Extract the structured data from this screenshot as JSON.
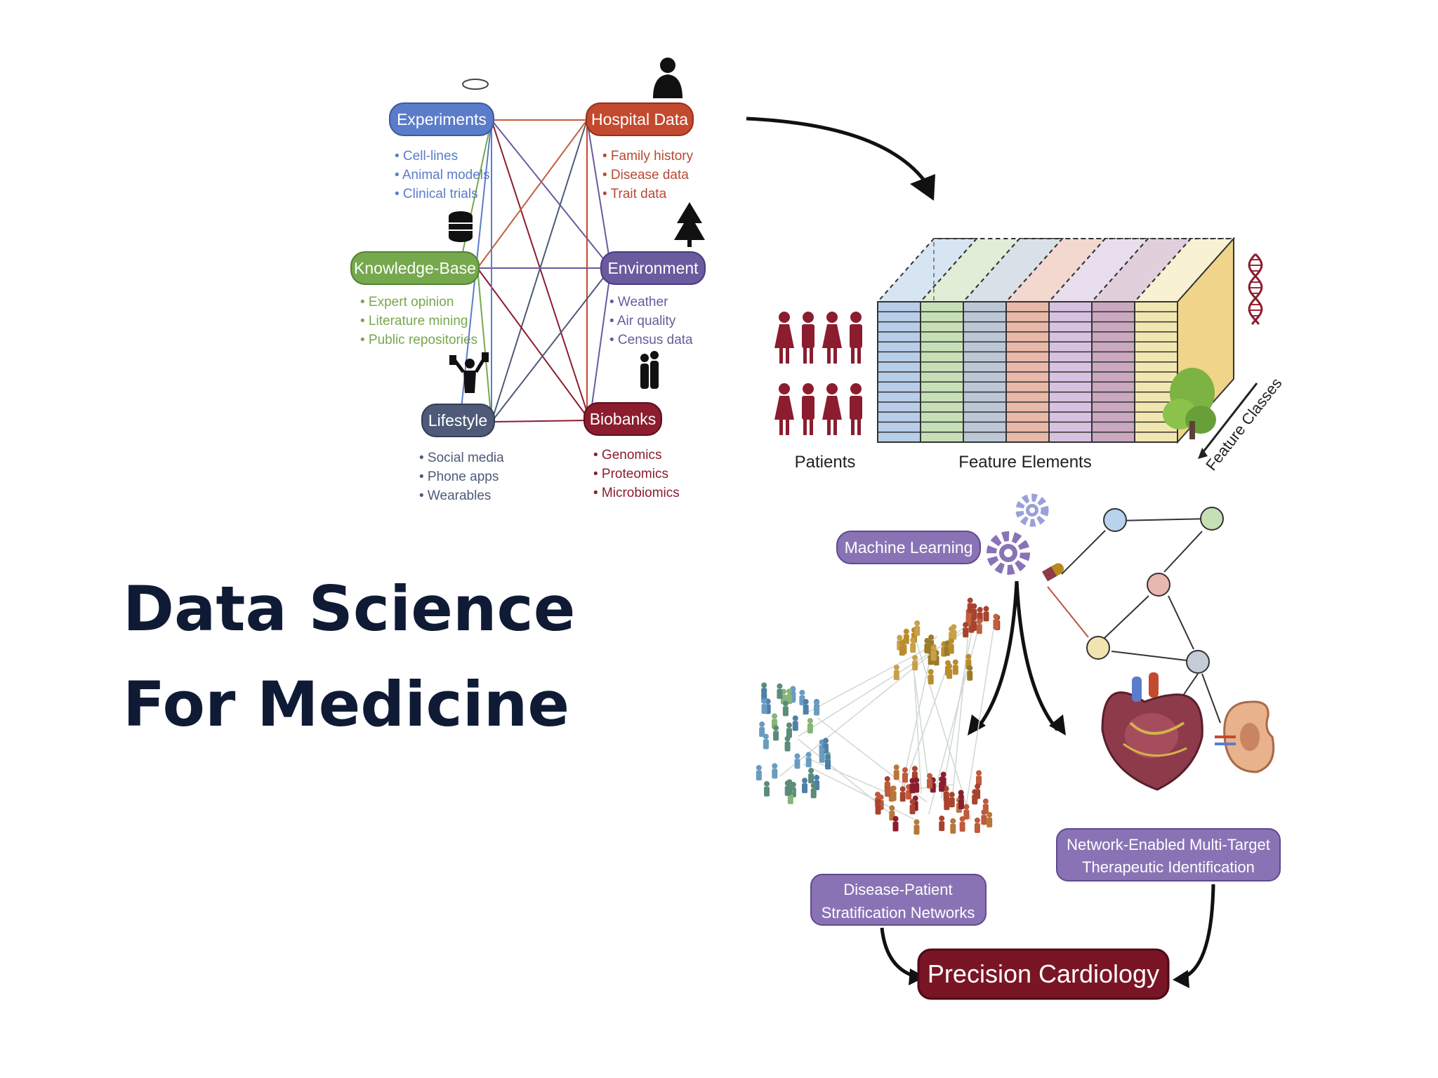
{
  "slide": {
    "title_line1": "Data Science",
    "title_line2": "For Medicine"
  },
  "sources": [
    {
      "label": "Experiments",
      "color": "#5b7cc9",
      "items": [
        "• Cell-lines",
        "• Animal models",
        "• Clinical trials"
      ],
      "icon": "petri-dish-icon"
    },
    {
      "label": "Hospital Data",
      "color": "#c34a2f",
      "items": [
        "• Family history",
        "• Disease data",
        "• Trait data"
      ],
      "icon": "doctor-icon"
    },
    {
      "label": "Knowledge-Base",
      "color": "#76a84e",
      "items": [
        "• Expert opinion",
        "• Literature mining",
        "• Public repositories"
      ],
      "icon": "database-icon"
    },
    {
      "label": "Environment",
      "color": "#6a5a9e",
      "items": [
        "• Weather",
        "• Air quality",
        "• Census data"
      ],
      "icon": "tree-icon"
    },
    {
      "label": "Lifestyle",
      "color": "#4e5a78",
      "items": [
        "• Social media",
        "• Phone apps",
        "• Wearables"
      ],
      "icon": "weightlifter-icon"
    },
    {
      "label": "Biobanks",
      "color": "#8b1d2e",
      "items": [
        "• Genomics",
        "• Proteomics",
        "• Microbiomics"
      ],
      "icon": "people-icon"
    }
  ],
  "cube": {
    "patients_label": "Patients",
    "features_label": "Feature Elements",
    "classes_label": "Feature Classes",
    "column_colors": [
      "#b7cde8",
      "#c7dfb6",
      "#bcc7d6",
      "#e8b8a8",
      "#d6c2e0",
      "#c9a8c0",
      "#f2e6b0"
    ]
  },
  "workflow": {
    "ml_label": "Machine Learning",
    "stratification_label": "Disease-Patient Stratification Networks",
    "stratification_lines": [
      "Disease-Patient",
      "Stratification Networks"
    ],
    "network_lines": [
      "Network-Enabled Multi-Target",
      "Therapeutic Identification"
    ],
    "outcome_label": "Precision Cardiology"
  },
  "colors": {
    "title": "#0f1b35",
    "purple_box": "#8a73b5",
    "outcome_box": "#7a1525"
  }
}
